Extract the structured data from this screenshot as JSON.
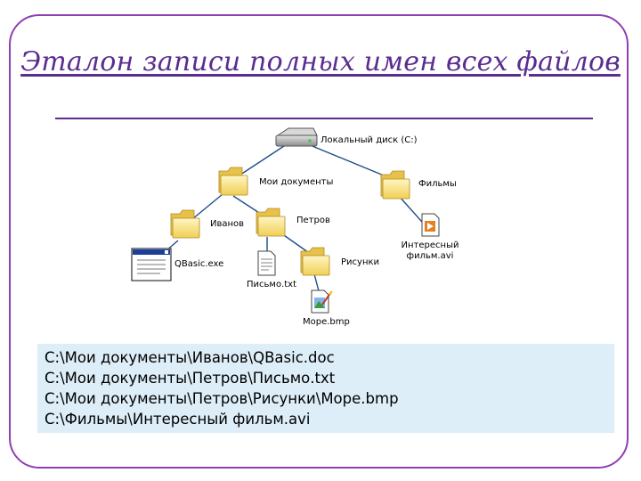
{
  "slide": {
    "title": "Эталон записи полных имен всех файлов"
  },
  "tree": {
    "drive": {
      "label": "Локальный диск (C:)",
      "icon": "hard-drive-icon"
    },
    "folders": {
      "my_documents": {
        "label": "Мои документы",
        "icon": "folder-icon"
      },
      "films": {
        "label": "Фильмы",
        "icon": "folder-icon"
      },
      "ivanov": {
        "label": "Иванов",
        "icon": "folder-icon"
      },
      "petrov": {
        "label": "Петров",
        "icon": "folder-icon"
      },
      "pictures": {
        "label": "Рисунки",
        "icon": "folder-icon"
      }
    },
    "files": {
      "qbasic": {
        "label": "QBasic.exe",
        "icon": "program-window-icon"
      },
      "letter": {
        "label": "Письмо.txt",
        "icon": "text-file-icon"
      },
      "sea": {
        "label": "Море.bmp",
        "icon": "bitmap-file-icon"
      },
      "movie": {
        "label_line1": "Интересный",
        "label_line2": "фильм.avi",
        "icon": "video-file-icon"
      }
    }
  },
  "paths": [
    "С:\\Мои документы\\Иванов\\QBasic.doc",
    "С:\\Мои документы\\Петров\\Письмо.txt",
    "С:\\Мои документы\\Петров\\Рисунки\\Море.bmp",
    "С:\\Фильмы\\Интересный фильм.avi"
  ]
}
